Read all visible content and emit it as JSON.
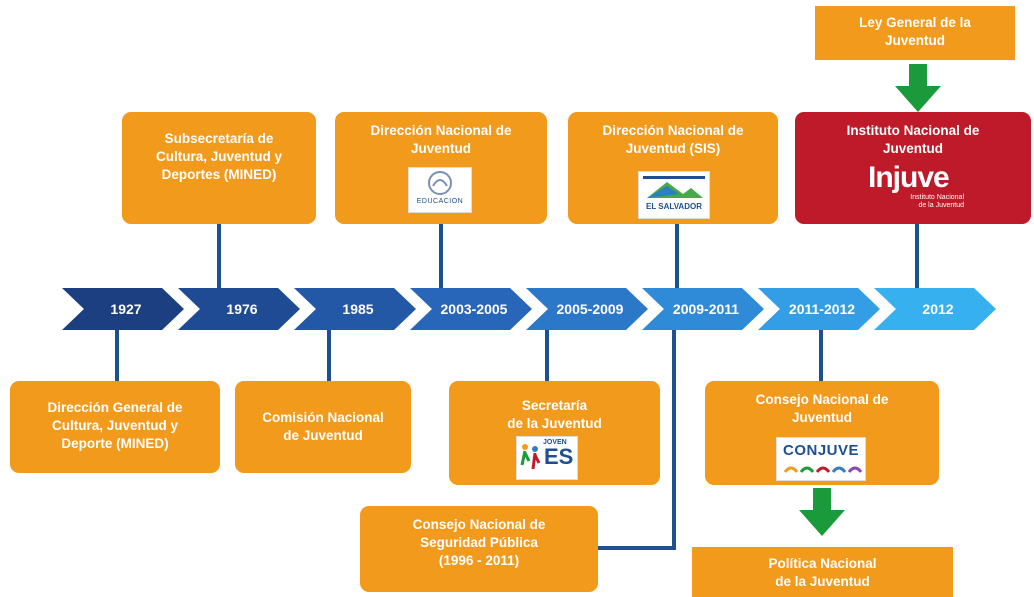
{
  "timeline": {
    "years": [
      {
        "label": "1927",
        "color": "#1b3f80"
      },
      {
        "label": "1976",
        "color": "#1e4b94"
      },
      {
        "label": "1985",
        "color": "#2358a6"
      },
      {
        "label": "2003-2005",
        "color": "#2766b8"
      },
      {
        "label": "2005-2009",
        "color": "#2b78c9"
      },
      {
        "label": "2009-2011",
        "color": "#2f8bd8"
      },
      {
        "label": "2011-2012",
        "color": "#339ee5"
      },
      {
        "label": "2012",
        "color": "#36b0ee"
      }
    ]
  },
  "boxes": {
    "ley_general": "Ley General de la\nJuventud",
    "subsecretaria": "Subsecretaría de\nCultura, Juventud y\nDeportes (MINED)",
    "direccion_nacional_1": "Dirección Nacional de\nJuventud",
    "direccion_nacional_sis": "Dirección Nacional de\nJuventud (SIS)",
    "instituto_nacional": "Instituto Nacional de\nJuventud",
    "direccion_general": "Dirección General de\nCultura, Juventud y\nDeporte (MINED)",
    "comision_nacional": "Comisión Nacional\nde Juventud",
    "secretaria": "Secretaría\nde la Juventud",
    "consejo_nacional_juventud": "Consejo Nacional de\nJuventud",
    "consejo_seguridad": "Consejo Nacional de\nSeguridad Pública\n(1996 - 2011)",
    "politica_nacional": "Política Nacional\nde la Juventud"
  },
  "logos": {
    "mined_text": "EDUCACION",
    "sis_text": "EL SALVADOR",
    "joven_es_top": "JOVEN",
    "joven_es_main": "ES",
    "conjuve_text": "CONJUVE",
    "injuve_main": "Injuve",
    "injuve_sub1": "Instituto Nacional",
    "injuve_sub2": "de la Juventud"
  },
  "colors": {
    "orange": "#f29a1b",
    "red": "#be1a29",
    "green": "#1a9a3a",
    "connector": "#1d4f91"
  }
}
